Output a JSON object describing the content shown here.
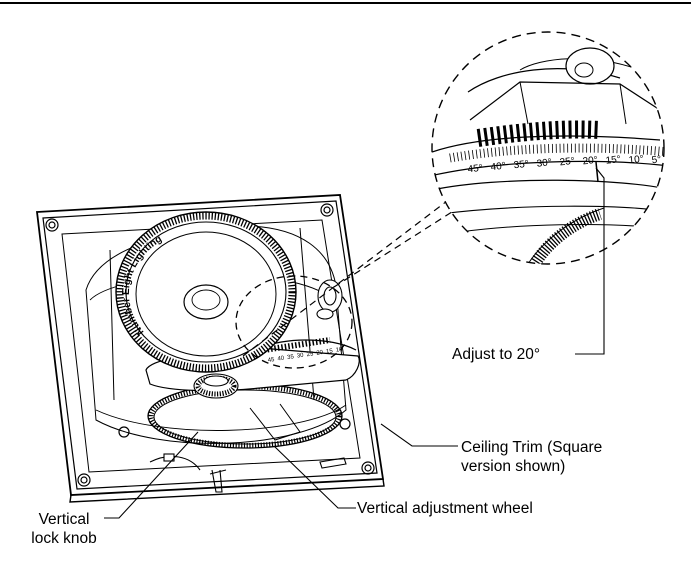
{
  "callouts": {
    "adjust_angle": "Adjust to 20°",
    "ceiling_trim": [
      "Ceiling Trim (Square",
      "version shown)"
    ],
    "vertical_wheel": "Vertical adjustment wheel",
    "lock_knob": [
      "Vertical",
      "lock knob"
    ]
  },
  "fixture": {
    "brand_text": "Number Eight Lighting"
  },
  "scale": {
    "zoom_labels": [
      "45°",
      "40°",
      "35°",
      "30°",
      "25°",
      "20°",
      "15°",
      "10°",
      "5°"
    ],
    "small_labels": [
      "45",
      "40",
      "35",
      "30",
      "25",
      "20",
      "15",
      "10"
    ]
  },
  "colors": {
    "line": "#000000",
    "background": "#ffffff"
  }
}
